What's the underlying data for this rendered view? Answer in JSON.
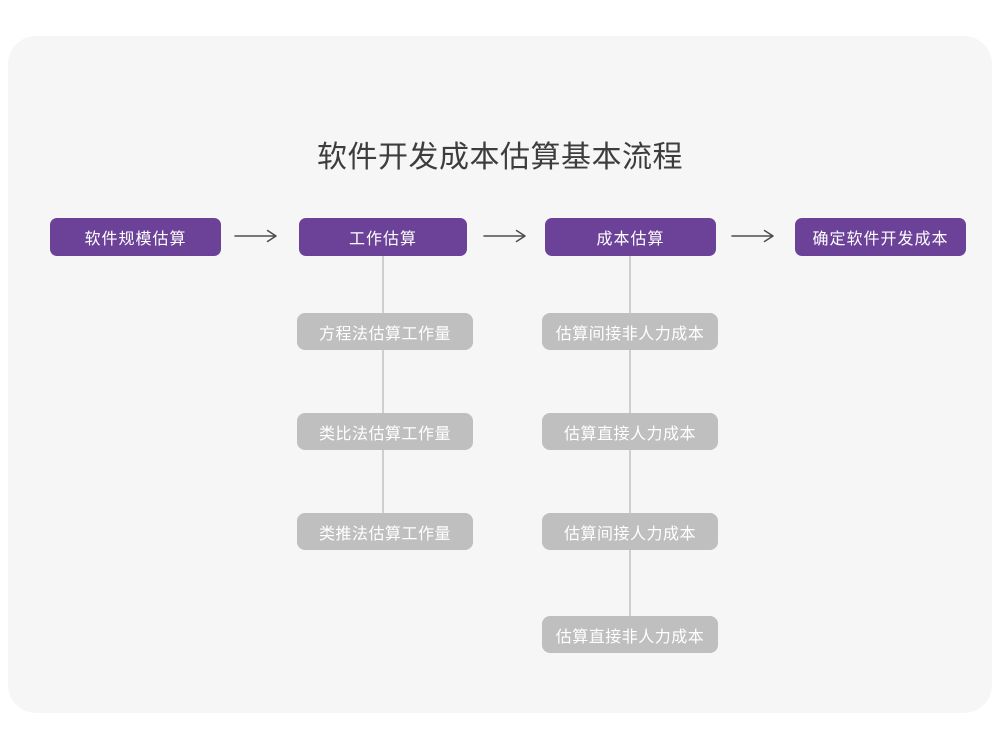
{
  "title": "软件开发成本估算基本流程",
  "flow": {
    "stages": [
      {
        "label": "软件规模估算"
      },
      {
        "label": "工作估算"
      },
      {
        "label": "成本估算"
      },
      {
        "label": "确定软件开发成本"
      }
    ],
    "work_methods": [
      {
        "label": "方程法估算工作量"
      },
      {
        "label": "类比法估算工作量"
      },
      {
        "label": "类推法估算工作量"
      }
    ],
    "cost_steps": [
      {
        "label": "估算间接非人力成本"
      },
      {
        "label": "估算直接人力成本"
      },
      {
        "label": "估算间接人力成本"
      },
      {
        "label": "估算直接非人力成本"
      }
    ]
  },
  "colors": {
    "stage_fill": "#6c4198",
    "sub_fill": "#bfbfbf",
    "card_bg": "#f6f6f7",
    "connector": "#cfcfcf",
    "arrow": "#4d4d4d",
    "title_color": "#3d3d3d",
    "box_text": "#ffffff"
  }
}
